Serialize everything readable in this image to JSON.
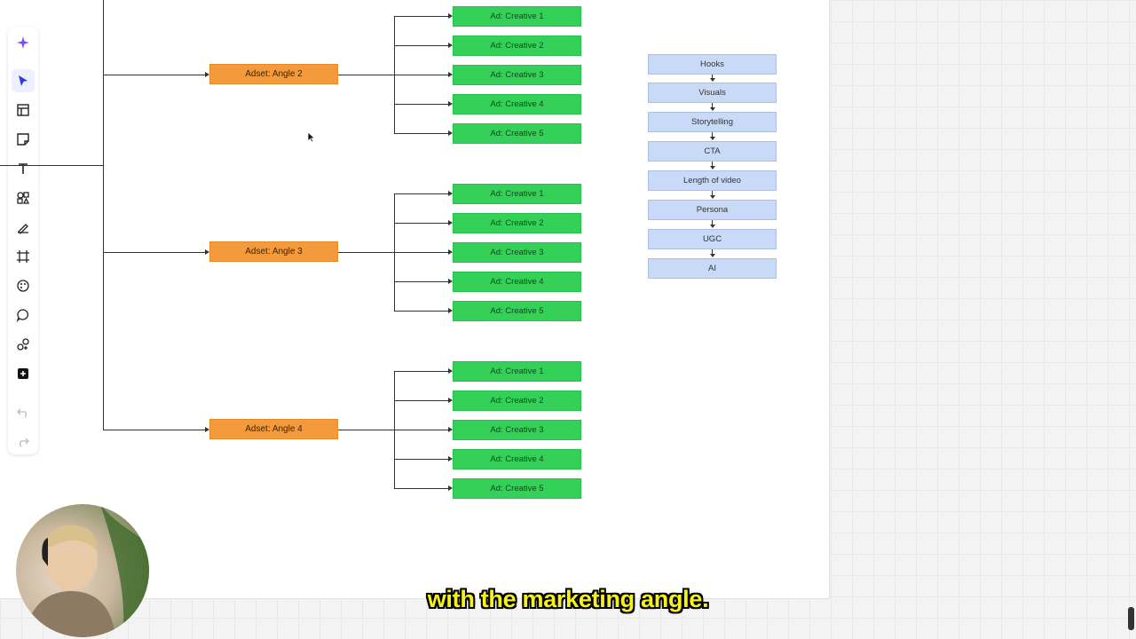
{
  "toolbar": {
    "tools": [
      {
        "name": "ai-sparkle-icon"
      },
      {
        "name": "select-arrow-icon"
      },
      {
        "name": "template-icon"
      },
      {
        "name": "sticky-note-icon"
      },
      {
        "name": "text-icon"
      },
      {
        "name": "shapes-icon"
      },
      {
        "name": "pen-icon"
      },
      {
        "name": "frame-icon"
      },
      {
        "name": "color-palette-icon"
      },
      {
        "name": "comment-icon"
      },
      {
        "name": "apps-icon"
      },
      {
        "name": "add-more-icon"
      },
      {
        "name": "undo-icon"
      },
      {
        "name": "redo-icon"
      }
    ]
  },
  "diagram": {
    "adsets": [
      "Adset: Angle 2",
      "Adset: Angle 3",
      "Adset: Angle 4"
    ],
    "ads": [
      "Ad: Creative 1",
      "Ad: Creative 2",
      "Ad: Creative 3",
      "Ad: Creative 4",
      "Ad: Creative 5"
    ],
    "chain": [
      "Hooks",
      "Visuals",
      "Storytelling",
      "CTA",
      "Length of video",
      "Persona",
      "UGC",
      "AI"
    ]
  },
  "colors": {
    "adset_fill": "#f39b3c",
    "ad_fill": "#34d058",
    "chain_fill": "#c9daf8",
    "caption_text": "#f6f01d"
  },
  "caption": {
    "text": "with the marketing angle."
  }
}
